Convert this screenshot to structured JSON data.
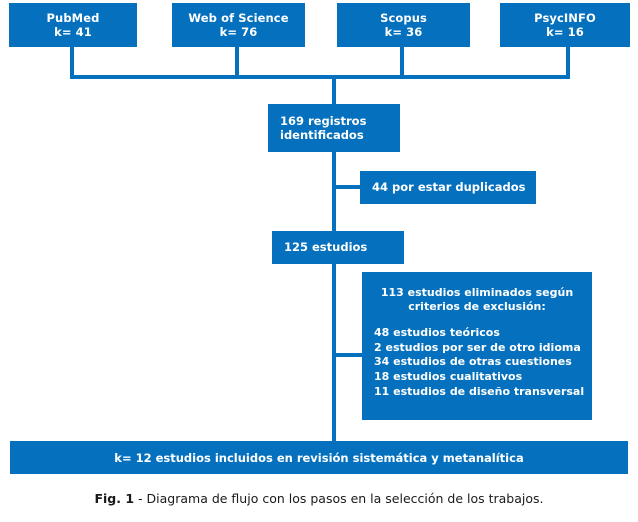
{
  "figure": {
    "caption_label": "Fig. 1",
    "caption_separator": " - ",
    "caption_text": "Diagrama de flujo con los pasos en la selección de los trabajos.",
    "accent_color": "#0571be",
    "text_color": "#ffffff",
    "background_color": "#ffffff"
  },
  "sources": [
    {
      "name": "PubMed",
      "count_label": "k= 41"
    },
    {
      "name": "Web of Science",
      "count_label": "k= 76"
    },
    {
      "name": "Scopus",
      "count_label": "k= 36"
    },
    {
      "name": "PsycINFO",
      "count_label": "k= 16"
    }
  ],
  "identified": {
    "line1": "169 registros",
    "line2": "identificados"
  },
  "duplicates": {
    "label": "44 por estar duplicados"
  },
  "screened": {
    "label": "125 estudios"
  },
  "excluded": {
    "title_line1": "113 estudios eliminados según",
    "title_line2": "criterios de exclusión:",
    "reasons": [
      "48 estudios teóricos",
      "2 estudios por ser de otro idioma",
      "34 estudios de otras cuestiones",
      "18 estudios cualitativos",
      "11 estudios de diseño transversal"
    ]
  },
  "included": {
    "label": "k= 12 estudios incluidos en revisión sistemática y metanalítica"
  }
}
